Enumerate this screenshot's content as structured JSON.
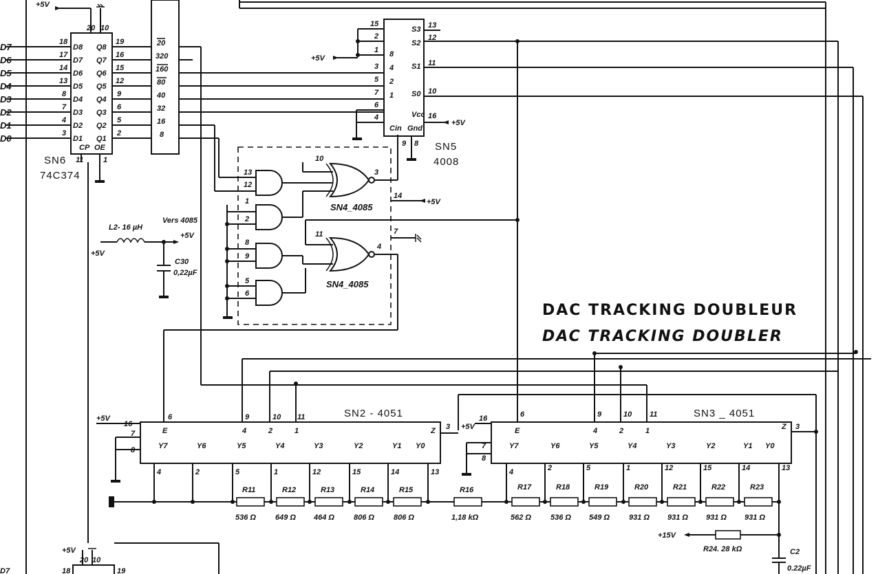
{
  "title": {
    "line1": "DAC TRACKING DOUBLEUR",
    "line2": "DAC TRACKING DOUBLER"
  },
  "sn6": {
    "name": "SN6",
    "part": "74C374",
    "supply": "+5V",
    "top_pins": [
      "20",
      "10"
    ],
    "bottom_pins": [
      "11",
      "1"
    ],
    "ctrl": [
      "CP",
      "OE"
    ],
    "in_labels": [
      "D7",
      "D6",
      "D5",
      "D4",
      "D3",
      "D2",
      "D1",
      "D0"
    ],
    "in_chip": [
      "D8",
      "D7",
      "D6",
      "D5",
      "D4",
      "D3",
      "D2",
      "D1"
    ],
    "in_pins": [
      "18",
      "17",
      "14",
      "13",
      "8",
      "7",
      "4",
      "3"
    ],
    "out_chip": [
      "Q8",
      "Q7",
      "Q6",
      "Q5",
      "Q4",
      "Q3",
      "Q2",
      "Q1"
    ],
    "out_pins": [
      "19",
      "16",
      "15",
      "12",
      "9",
      "6",
      "5",
      "2"
    ]
  },
  "bus": {
    "labels": [
      "20",
      "320",
      "160",
      "80",
      "40",
      "32",
      "16",
      "8"
    ]
  },
  "sn5": {
    "name": "SN5",
    "part": "4008",
    "supply": "+5V",
    "left_pins": [
      "15",
      "2",
      "1",
      "3",
      "5",
      "7",
      "6",
      "4"
    ],
    "inner_left": [
      "8",
      "4",
      "2",
      "1"
    ],
    "right_chip": [
      "S3",
      "S2",
      "S1",
      "S0",
      "Vcc"
    ],
    "right_pins": [
      "13",
      "12",
      "11",
      "10",
      "16"
    ],
    "bottom_labels": [
      "Cin",
      "Gnd"
    ],
    "bottom_pins": [
      "9",
      "8"
    ]
  },
  "sn4": {
    "gate1": "SN4_4085",
    "gate2": "SN4_4085",
    "pins_g1": [
      "13",
      "12",
      "1",
      "2",
      "10",
      "3"
    ],
    "pins_g2": [
      "8",
      "9",
      "5",
      "6",
      "11",
      "4"
    ],
    "vcc_pin": "14",
    "vcc": "+5V",
    "gnd_pin": "7"
  },
  "supply_filter": {
    "inductor": "L2- 16 µH",
    "target": "Vers 4085",
    "vin": "+5V",
    "vout": "+5V",
    "cap_name": "C30",
    "cap_value": "0,22µF"
  },
  "sn2": {
    "name": "SN2 - 4051",
    "supply": "+5V",
    "top_pins": [
      "16",
      "6",
      "9",
      "10",
      "11"
    ],
    "top_chip": [
      "E",
      "4",
      "2",
      "1"
    ],
    "side_pins": [
      "7",
      "8"
    ],
    "z": "Z",
    "z_pin": "3",
    "y_labels": [
      "Y7",
      "Y6",
      "Y5",
      "Y4",
      "Y3",
      "Y2",
      "Y1",
      "Y0"
    ],
    "y_pins": [
      "4",
      "2",
      "5",
      "1",
      "12",
      "15",
      "14",
      "13"
    ]
  },
  "sn3": {
    "name": "SN3 _ 4051",
    "supply": "+5V",
    "top_pins": [
      "16",
      "6",
      "9",
      "10",
      "11"
    ],
    "top_chip": [
      "E",
      "4",
      "2",
      "1"
    ],
    "side_pins": [
      "7",
      "8"
    ],
    "z": "Z",
    "z_pin": "3",
    "y_labels": [
      "Y7",
      "Y6",
      "Y5",
      "Y4",
      "Y3",
      "Y2",
      "Y1",
      "Y0"
    ],
    "y_pins": [
      "4",
      "2",
      "5",
      "1",
      "12",
      "15",
      "14",
      "13"
    ]
  },
  "resistors": [
    {
      "name": "R11",
      "value": "536 Ω"
    },
    {
      "name": "R12",
      "value": "649 Ω"
    },
    {
      "name": "R13",
      "value": "464 Ω"
    },
    {
      "name": "R14",
      "value": "806 Ω"
    },
    {
      "name": "R15",
      "value": "806 Ω"
    },
    {
      "name": "R16",
      "value": "1,18 kΩ"
    },
    {
      "name": "R17",
      "value": "562 Ω"
    },
    {
      "name": "R18",
      "value": "536 Ω"
    },
    {
      "name": "R19",
      "value": "549 Ω"
    },
    {
      "name": "R20",
      "value": "931 Ω"
    },
    {
      "name": "R21",
      "value": "931 Ω"
    },
    {
      "name": "R22",
      "value": "931 Ω"
    },
    {
      "name": "R23",
      "value": "931 Ω"
    }
  ],
  "r24": {
    "name": "R24. 28 kΩ",
    "supply": "+15V"
  },
  "c2": {
    "name": "C2",
    "value": "0.22µF"
  },
  "sn_lower": {
    "supply": "+5V",
    "top_pins": [
      "20",
      "10"
    ],
    "left_pin": "18",
    "right_pin": "19",
    "edge_label": "D7"
  }
}
